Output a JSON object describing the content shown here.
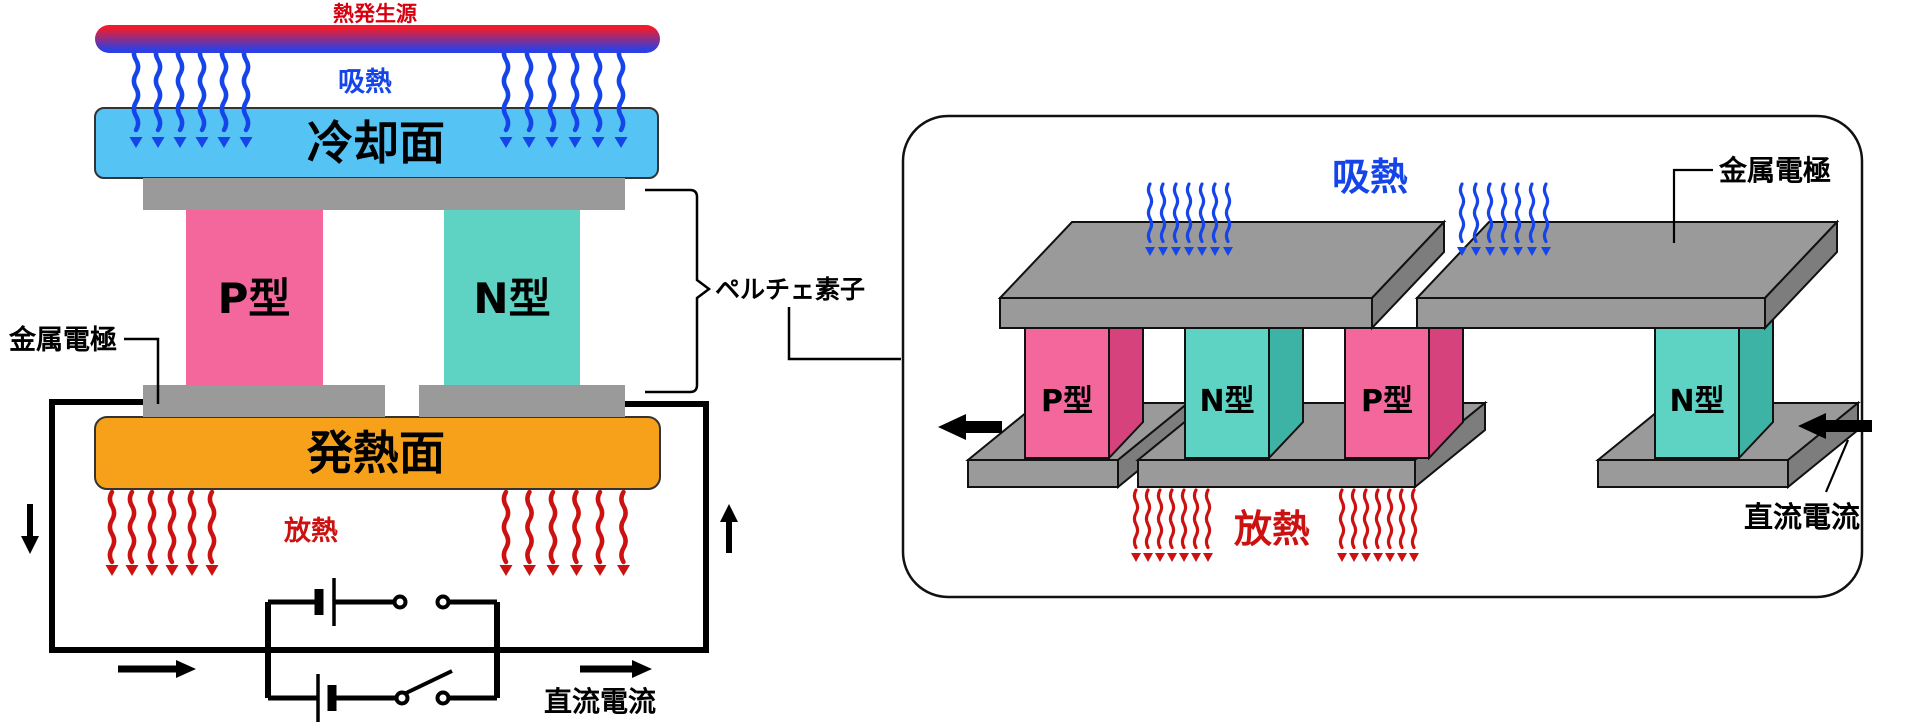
{
  "colors": {
    "cool_blue": "#1545e8",
    "heat_red": "#cc1111",
    "hot_text": "#d7000f",
    "cold_plate": "#55c3f3",
    "hot_plate": "#f7a11b",
    "p_type": "#f4679d",
    "p_type_dark": "#d6437c",
    "n_type": "#5ed3c3",
    "n_type_dark": "#3cb3a4",
    "electrode": "#9a9a9a",
    "electrode_dark": "#7d7d7d",
    "outline": "#1a1a1a",
    "source_red": "#ee1c2e",
    "source_blue": "#2d3fe3"
  },
  "left_diagram": {
    "heat_source": "熱発生源",
    "absorb": "吸熱",
    "cold_plate": "冷却面",
    "p_type": "P型",
    "n_type": "N型",
    "metal_electrode": "金属電極",
    "hot_plate": "発熱面",
    "release": "放熱",
    "dc_current": "直流電流"
  },
  "peltier_label": "ペルチェ素子",
  "right_diagram": {
    "absorb": "吸熱",
    "metal_electrode": "金属電極",
    "release": "放熱",
    "dc_current": "直流電流",
    "blocks": [
      "P型",
      "N型",
      "P型",
      "N型"
    ]
  }
}
